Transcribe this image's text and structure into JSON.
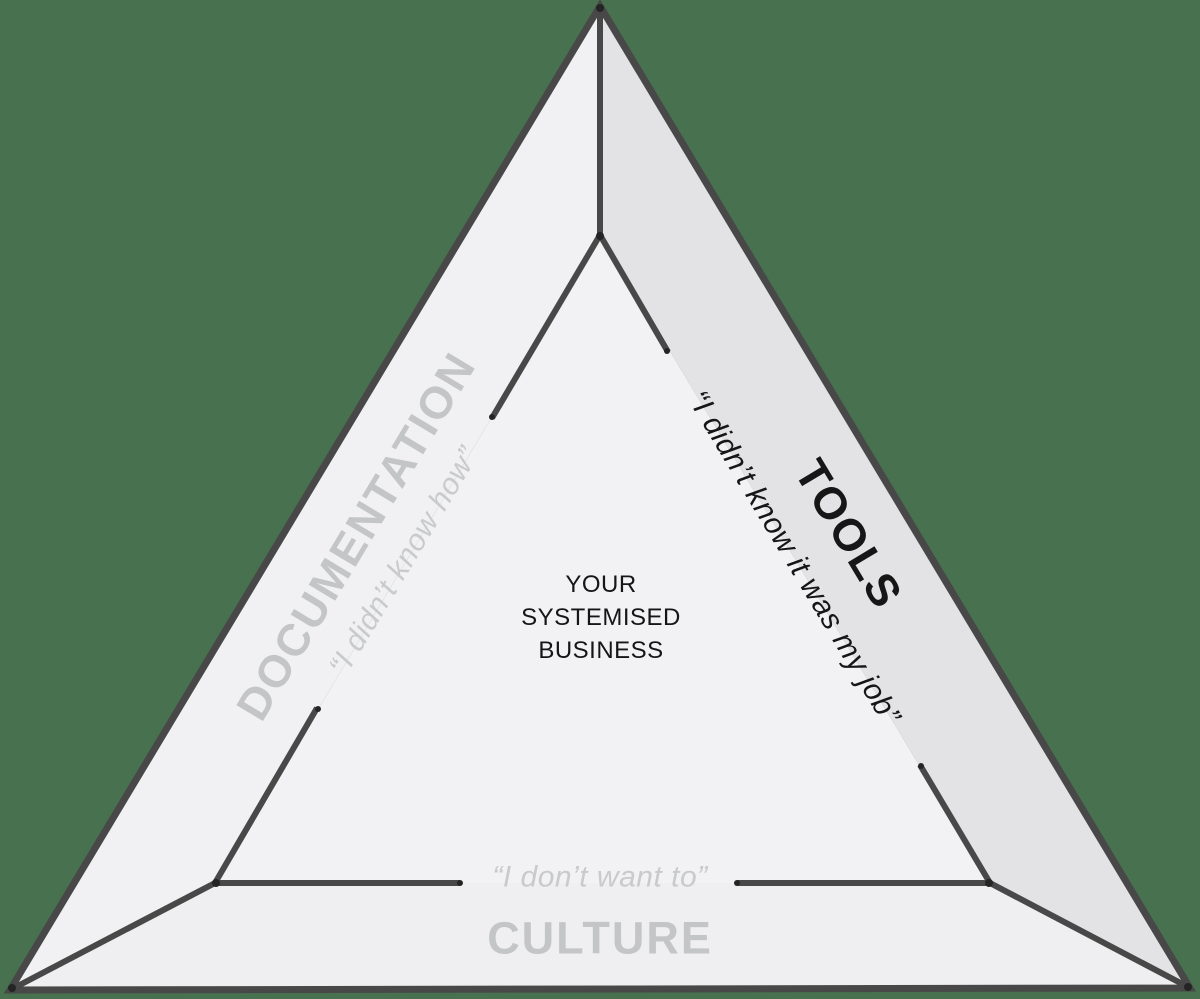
{
  "page": {
    "background_color": "#47714F"
  },
  "diagram": {
    "center": {
      "lines": [
        "YOUR",
        "SYSTEMISED",
        "BUSINESS"
      ]
    },
    "left": {
      "label": "DOCUMENTATION",
      "quote": "“I didn’t know how”"
    },
    "right": {
      "label": "TOOLS",
      "quote": "“I didn’t know it was my job”"
    },
    "bottom": {
      "label": "CULTURE",
      "quote": "“I don’t want to”"
    },
    "colors": {
      "background": "#47714F",
      "line": "#484848",
      "vertex_dot": "#242424",
      "face_left": "#f1f1f3",
      "face_right": "#e3e3e6",
      "face_bottom": "#efeff1",
      "face_inner": "#f2f2f4",
      "label_gray": "#c4c5c7",
      "quote_gray": "#c9cacc",
      "text_dark": "#161616"
    }
  }
}
